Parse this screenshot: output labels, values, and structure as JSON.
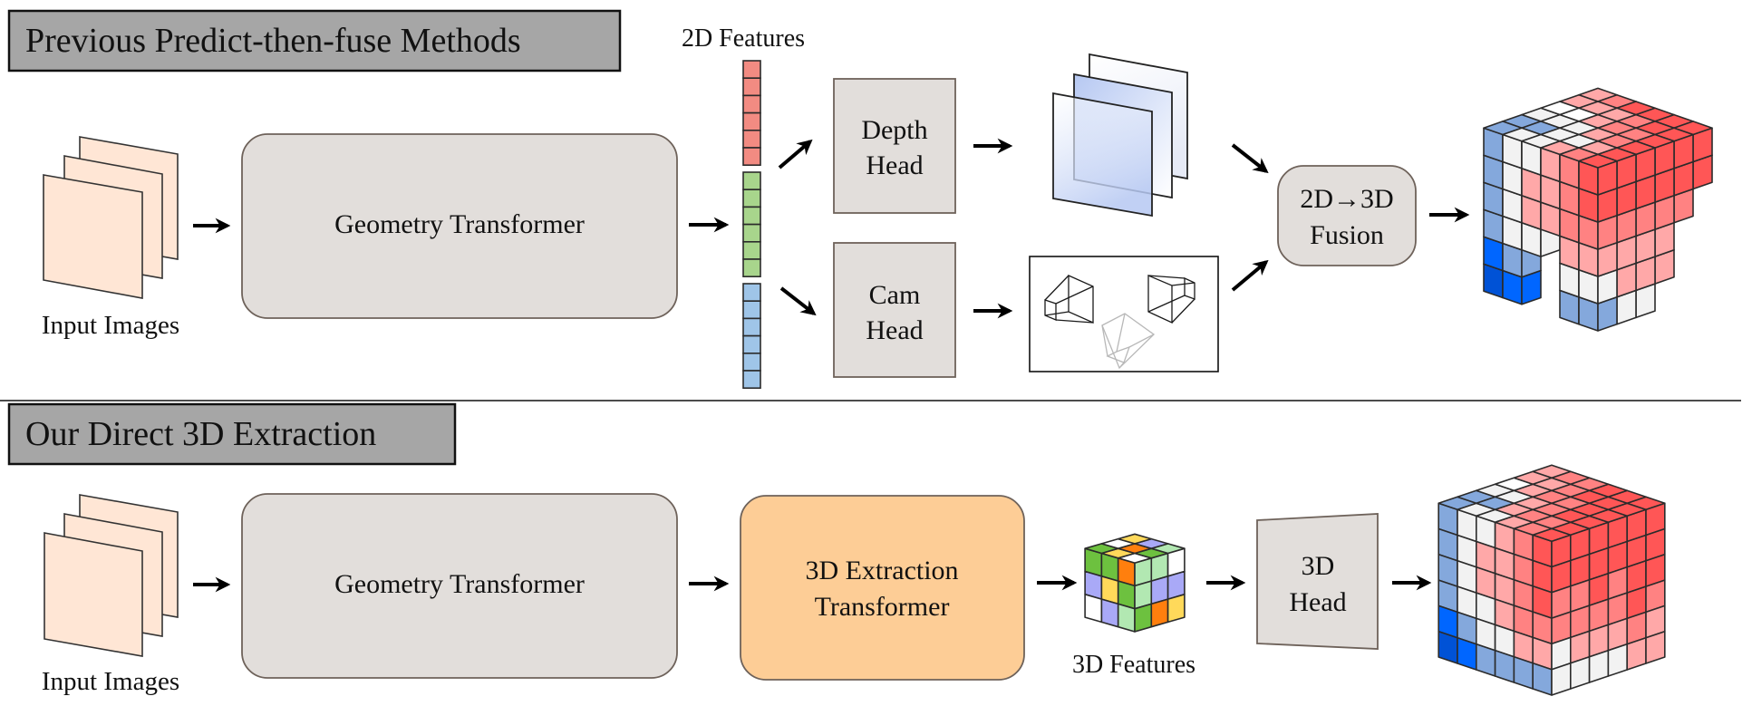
{
  "figure": {
    "top_section": {
      "title": "Previous Predict-then-fuse Methods",
      "input_label": "Input Images",
      "geometry_transformer": "Geometry Transformer",
      "features_label": "2D Features",
      "depth_head": [
        "Depth",
        "Head"
      ],
      "cam_head": [
        "Cam",
        "Head"
      ],
      "fusion": [
        "2D→3D",
        "Fusion"
      ],
      "feature_groups": [
        {
          "name": "red",
          "cells": 6
        },
        {
          "name": "green",
          "cells": 6
        },
        {
          "name": "blue",
          "cells": 6
        }
      ]
    },
    "bottom_section": {
      "title": "Our Direct 3D Extraction",
      "input_label": "Input Images",
      "geometry_transformer": "Geometry Transformer",
      "extraction_transformer": [
        "3D Extraction",
        "Transformer"
      ],
      "features_label": "3D Features",
      "head": [
        "3D",
        "Head"
      ]
    }
  },
  "colors": {
    "title_box": "#a6a6a6",
    "process_box": "#e2dedb",
    "extraction_box": "#fdcd96",
    "input_image": "#ffe6d5",
    "feature_red": "#f28b82",
    "feature_green": "#a8d58c",
    "feature_blue": "#9fc5e8",
    "depth_plane": "#b6c8f2"
  },
  "voxel_palette": {
    "B": "#84a8dc",
    "D": "#0066ff",
    "N": "#0052d6",
    "W": "#f2f2f2",
    "X": "#ffffff",
    "P": "#ffa8a8",
    "M": "#ff8282",
    "R": "#ff5656",
    "G": "#6dc13f",
    "O": "#ff7f0e",
    "V": "#a9a9f7",
    "Y": "#ffd95a",
    "L": "#b2e8b2",
    "E": "#ffffff"
  },
  "feature_cube_3d": {
    "size": 3,
    "left_face": [
      "GGO",
      "VYG",
      "EVL"
    ],
    "right_face": [
      "LLE",
      "LVV",
      "GOY"
    ],
    "top_face": [
      "EGL",
      "YOV",
      "GEY"
    ]
  },
  "output_voxels_bottom": {
    "size": 6,
    "left_face": [
      "BWWPMR",
      "BWPPMR",
      "BWPPMR",
      "BWWPMM",
      "DBWWPP",
      "NDBBBB"
    ],
    "right_face": [
      "RRRRRR",
      "RRRRRR",
      "MMRMRR",
      "MMMMRM",
      "WPPPMP",
      "WWWWPP"
    ],
    "top_face": [
      "RRRRRR",
      "MMRRRR",
      "PMMMRR",
      "WPPMMM",
      "WBWPPM",
      "BBWXPP"
    ]
  },
  "output_voxels_top": {
    "size": 6,
    "columns": [
      {
        "a": 5,
        "b": 0,
        "zmin": 0,
        "colors": "BBBBDN"
      },
      {
        "a": 4,
        "b": 0,
        "zmin": 0,
        "colors": "WWWWBD"
      },
      {
        "a": 3,
        "b": 0,
        "zmin": 2,
        "colors": "WPPW"
      },
      {
        "a": 2,
        "b": 0,
        "zmin": 3,
        "colors": "PPP"
      },
      {
        "a": 1,
        "b": 0,
        "zmin": 0,
        "colors": "MMMPWB"
      },
      {
        "a": 0,
        "b": 0,
        "zmin": 0,
        "colors": "RRMPWB"
      },
      {
        "a": 0,
        "b": 1,
        "zmin": 0,
        "colors": "RRMPPW"
      },
      {
        "a": 0,
        "b": 2,
        "zmin": 0,
        "colors": "RRMPPW"
      },
      {
        "a": 0,
        "b": 3,
        "zmin": 1,
        "colors": "RRMPP"
      },
      {
        "a": 0,
        "b": 4,
        "zmin": 3,
        "colors": "RRM"
      },
      {
        "a": 0,
        "b": 5,
        "zmin": 4,
        "colors": "RR"
      },
      {
        "a": 1,
        "b": 1,
        "zmin": 3,
        "colors": "PPP"
      },
      {
        "a": 1,
        "b": 2,
        "zmin": 3,
        "colors": "MMM"
      },
      {
        "a": 1,
        "b": 3,
        "zmin": 3,
        "colors": "MMM"
      },
      {
        "a": 1,
        "b": 4,
        "zmin": 3,
        "colors": "RRR"
      },
      {
        "a": 1,
        "b": 5,
        "zmin": 4,
        "colors": "RR"
      },
      {
        "a": 2,
        "b": 1,
        "zmin": 3,
        "colors": "WWW"
      },
      {
        "a": 2,
        "b": 2,
        "zmin": 3,
        "colors": "PPP"
      },
      {
        "a": 2,
        "b": 3,
        "zmin": 3,
        "colors": "MMM"
      },
      {
        "a": 2,
        "b": 4,
        "zmin": 3,
        "colors": "MMM"
      },
      {
        "a": 2,
        "b": 5,
        "zmin": 4,
        "colors": "RR"
      },
      {
        "a": 3,
        "b": 1,
        "zmin": 3,
        "colors": "WWW"
      },
      {
        "a": 3,
        "b": 2,
        "zmin": 3,
        "colors": "WWW"
      },
      {
        "a": 3,
        "b": 3,
        "zmin": 3,
        "colors": "PPP"
      },
      {
        "a": 3,
        "b": 4,
        "zmin": 3,
        "colors": "PPP"
      },
      {
        "a": 3,
        "b": 5,
        "zmin": 4,
        "colors": "RR"
      },
      {
        "a": 4,
        "b": 1,
        "zmin": 3,
        "colors": "BBB"
      },
      {
        "a": 4,
        "b": 2,
        "zmin": 3,
        "colors": "WWW"
      },
      {
        "a": 4,
        "b": 3,
        "zmin": 3,
        "colors": "XXX"
      },
      {
        "a": 4,
        "b": 4,
        "zmin": 3,
        "colors": "PPP"
      },
      {
        "a": 4,
        "b": 5,
        "zmin": 4,
        "colors": "MM"
      },
      {
        "a": 5,
        "b": 1,
        "zmin": 3,
        "colors": "BBB"
      },
      {
        "a": 5,
        "b": 2,
        "zmin": 3,
        "colors": "WWW"
      },
      {
        "a": 5,
        "b": 3,
        "zmin": 3,
        "colors": "XXX"
      },
      {
        "a": 5,
        "b": 4,
        "zmin": 3,
        "colors": "PPP"
      },
      {
        "a": 5,
        "b": 5,
        "zmin": 4,
        "colors": "PP"
      }
    ]
  }
}
